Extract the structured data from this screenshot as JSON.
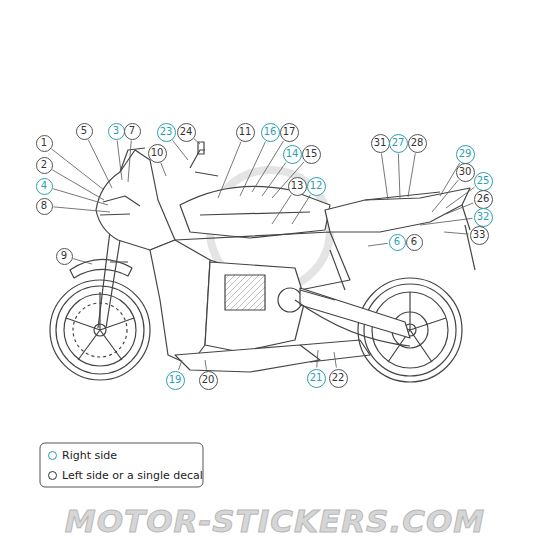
{
  "diagram": {
    "nodes": [
      {
        "text": [
          "5"
        ]
      },
      {
        "text": [
          "3"
        ]
      },
      {
        "text": [
          "7"
        ]
      },
      {
        "text": [
          "23"
        ]
      },
      {
        "text": [
          "24"
        ]
      },
      {
        "text": [
          "11"
        ]
      },
      {
        "text": [
          "16"
        ]
      },
      {
        "text": [
          "17"
        ]
      },
      {
        "text": [
          "1"
        ]
      },
      {
        "text": [
          "31"
        ]
      },
      {
        "text": [
          "27"
        ]
      },
      {
        "text": [
          "28"
        ]
      },
      {
        "text": [
          "10"
        ]
      },
      {
        "text": [
          "14"
        ]
      },
      {
        "text": [
          "15"
        ]
      },
      {
        "text": [
          "29"
        ]
      },
      {
        "text": [
          "2"
        ]
      },
      {
        "text": [
          "30"
        ]
      },
      {
        "text": [
          "25"
        ]
      },
      {
        "text": [
          "4"
        ]
      },
      {
        "text": [
          "13"
        ]
      },
      {
        "text": [
          "12"
        ]
      },
      {
        "text": [
          "26"
        ]
      },
      {
        "text": [
          "8"
        ]
      },
      {
        "text": [
          "32"
        ]
      },
      {
        "text": [
          "33"
        ]
      },
      {
        "text": [
          "6"
        ]
      },
      {
        "text": [
          "6"
        ]
      },
      {
        "text": [
          "9"
        ]
      },
      {
        "text": [
          "21"
        ]
      },
      {
        "text": [
          "22"
        ]
      },
      {
        "text": [
          "19"
        ]
      },
      {
        "text": [
          "20"
        ]
      }
    ],
    "labels": [
      "MOTOR-STICKERS.COM"
    ],
    "legend": [
      {
        "text": "Right side"
      },
      {
        "text": "Left side or a single decal"
      }
    ]
  }
}
